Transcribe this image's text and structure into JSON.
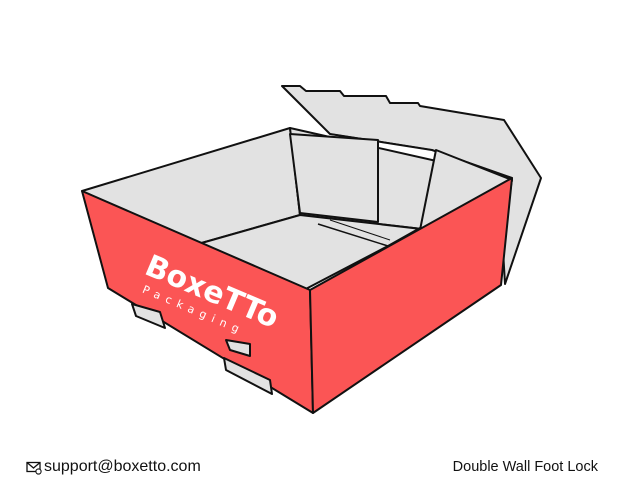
{
  "brand": {
    "name": "BoxeTTo",
    "tagline": "Packaging"
  },
  "footer": {
    "contact_email": "support@boxetto.com",
    "contact_icon": "envelope-icon",
    "product_style": "Double Wall Foot Lock"
  },
  "colors": {
    "box_exterior": "#fb5555",
    "box_interior": "#e2e2e2",
    "outline": "#111111",
    "logo_text": "#ffffff"
  }
}
